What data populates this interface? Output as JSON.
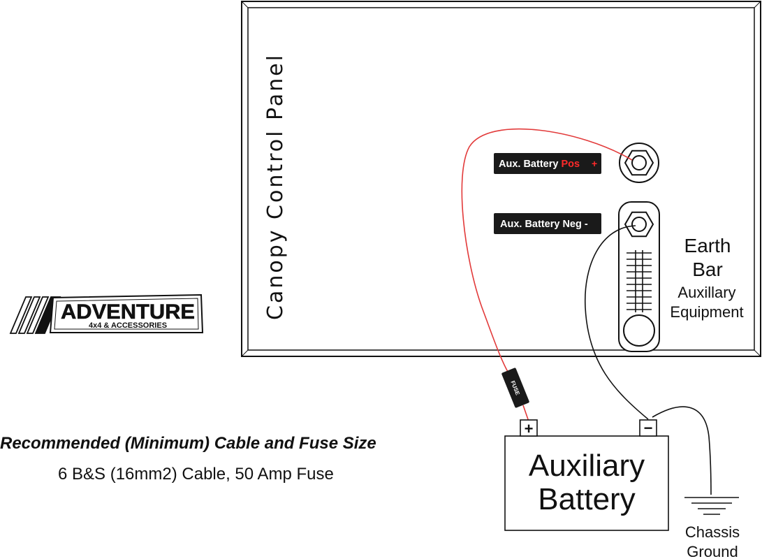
{
  "panel": {
    "title": "Canopy Control Panel",
    "pos_label_text": "Aux. Battery ",
    "pos_label_accent": "Pos",
    "pos_label_sign": "+",
    "neg_label": "Aux. Battery Neg -"
  },
  "earth_bar": {
    "line1": "Earth",
    "line2": "Bar",
    "line3": "Auxillary",
    "line4": "Equipment"
  },
  "fuse_label": "FUSE",
  "battery": {
    "line1": "Auxiliary",
    "line2": "Battery",
    "positive_symbol": "+",
    "negative_symbol": "−"
  },
  "ground": {
    "line1": "Chassis",
    "line2": "Ground"
  },
  "logo": {
    "name": "ADVENTURE",
    "tagline": "4x4 & ACCESSORIES"
  },
  "recommendation": {
    "title": "Recommended (Minimum) Cable and Fuse Size",
    "detail": "6 B&S (16mm2) Cable, 50 Amp Fuse"
  },
  "colors": {
    "positive_wire": "#e23a3a",
    "positive_text": "#ff2a2a",
    "label_bg": "#1a1a1a",
    "line": "#111111"
  }
}
